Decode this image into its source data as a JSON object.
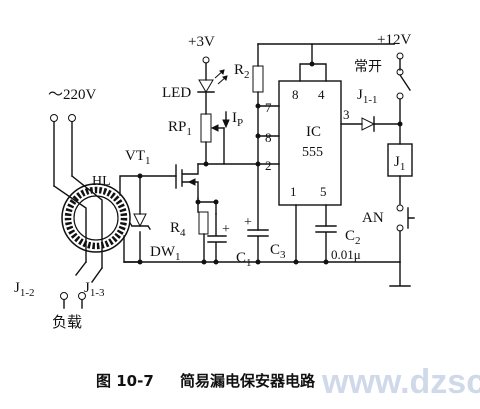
{
  "diagram": {
    "labels": {
      "ac_input": "～220V",
      "transformer": "HL",
      "vt": "VT",
      "vt_sub": "1",
      "dw": "DW",
      "dw_sub": "1",
      "r4": "R",
      "r4_sub": "4",
      "c1": "C",
      "c1_sub": "1",
      "c3": "C",
      "c3_sub": "3",
      "c2": "C",
      "c2_sub": "2",
      "c2_value": "0.01μ",
      "plus1": "+",
      "plus3": "+",
      "supply_3v": "+3V",
      "led": "LED",
      "rp": "RP",
      "rp_sub": "1",
      "ip": "I",
      "ip_sub": "P",
      "r2": "R",
      "r2_sub": "2",
      "ic_label": "IC",
      "ic_name": "555",
      "pin8_top": "8",
      "pin4": "4",
      "pin7": "7",
      "pin8_side": "8",
      "pin2": "2",
      "pin1": "1",
      "pin5": "5",
      "pin3": "3",
      "supply_12v": "+12V",
      "normally_open": "常开",
      "j11": "J",
      "j11_sub": "1-1",
      "j1": "J",
      "j1_sub": "1",
      "an": "AN",
      "j12": "J",
      "j12_sub": "1-2",
      "j13": "J",
      "j13_sub": "1-3",
      "load": "负载"
    },
    "caption": {
      "figure_no": "图 10-7",
      "title": "简易漏电保安器电路"
    },
    "watermark": "www.dzsc.com"
  }
}
